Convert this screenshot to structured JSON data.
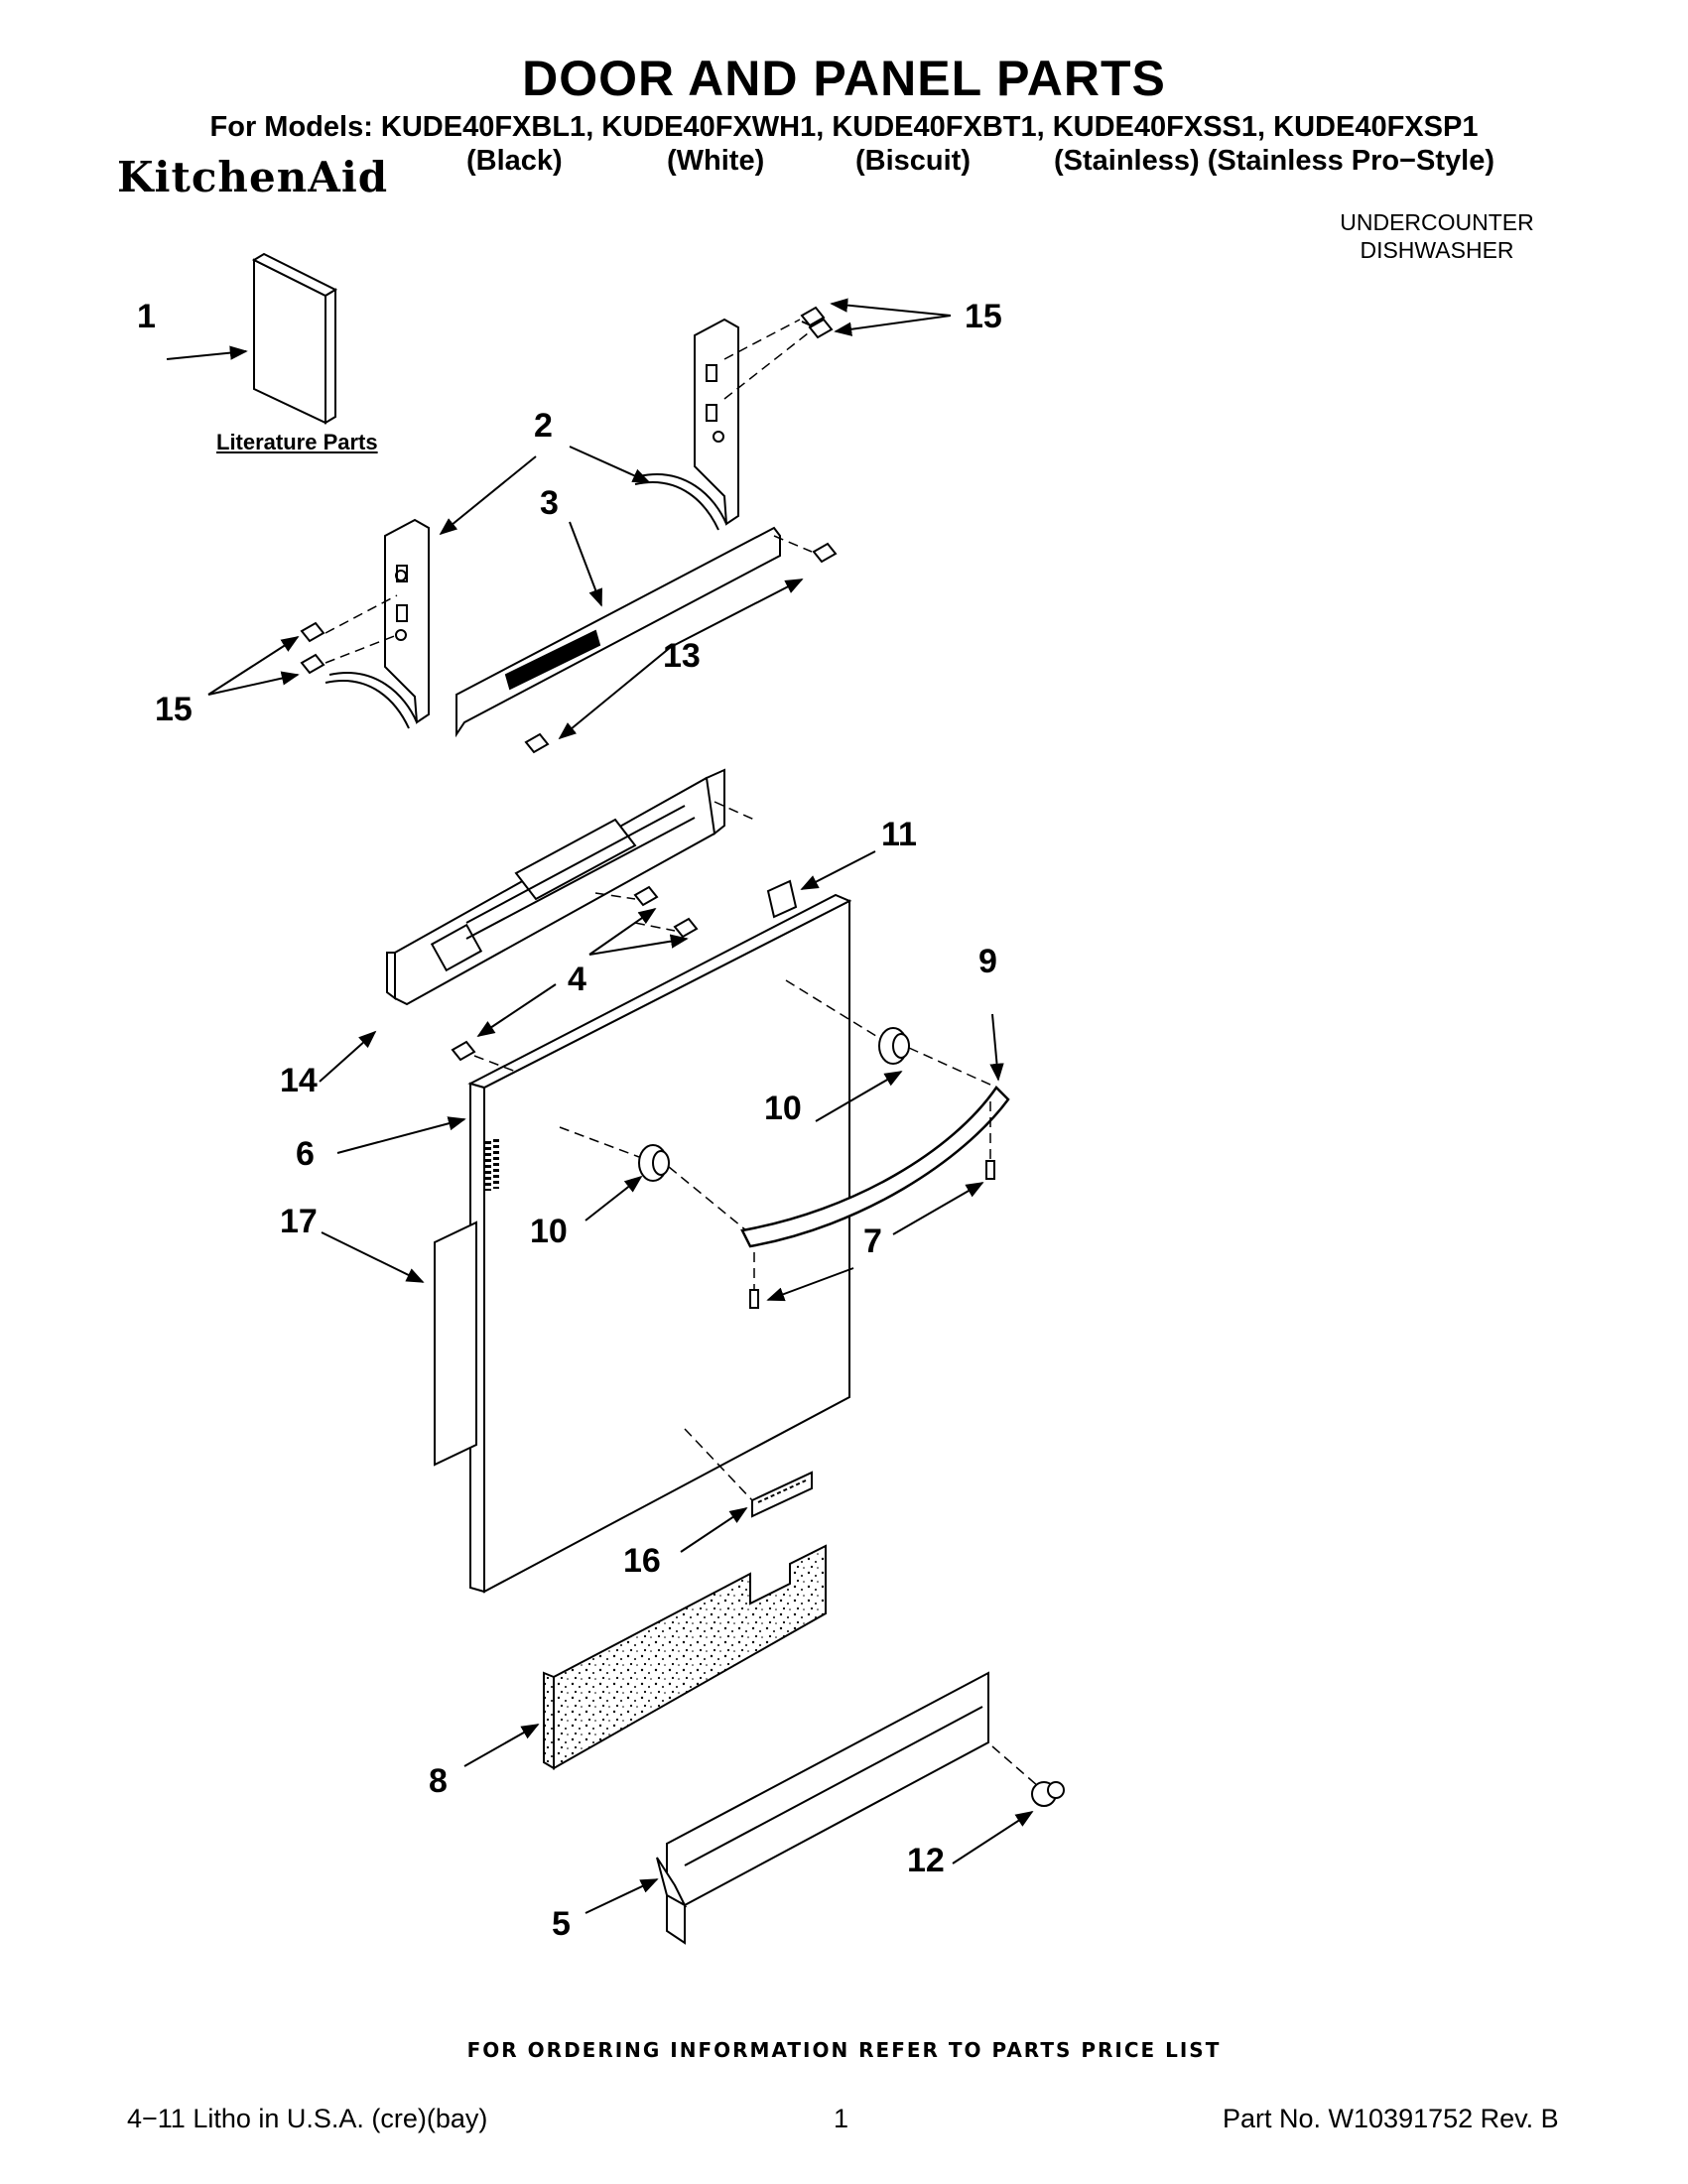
{
  "header": {
    "title": "DOOR AND PANEL PARTS",
    "models_line": "For Models: KUDE40FXBL1, KUDE40FXWH1, KUDE40FXBT1, KUDE40FXSS1, KUDE40FXSP1",
    "colors": [
      "(Black)",
      "(White)",
      "(Biscuit)",
      "(Stainless) (Stainless Pro−Style)"
    ],
    "brand": "KitchenAid",
    "subtitle_line1": "UNDERCOUNTER",
    "subtitle_line2": "DISHWASHER"
  },
  "diagram": {
    "literature_label": "Literature Parts",
    "callouts": [
      "1",
      "2",
      "3",
      "15",
      "15",
      "13",
      "11",
      "4",
      "9",
      "14",
      "6",
      "10",
      "10",
      "17",
      "7",
      "16",
      "8",
      "12",
      "5"
    ]
  },
  "footer": {
    "ordering": "FOR ORDERING INFORMATION REFER TO PARTS PRICE LIST",
    "left": "4−11 Litho in U.S.A. (cre)(bay)",
    "page": "1",
    "part_no": "Part No. W10391752 Rev. B"
  }
}
